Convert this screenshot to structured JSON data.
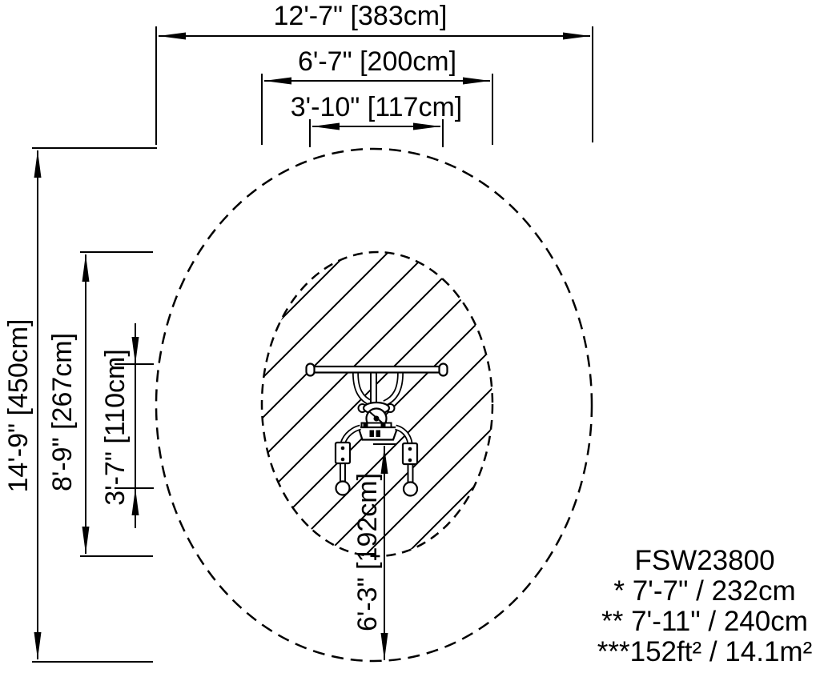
{
  "drawing": {
    "type_label": "plan-view-safety-zone-drawing",
    "ink_color": "#000000",
    "paper_color": "#ffffff"
  },
  "dims": {
    "overall_width": "12'-7\" [383cm]",
    "zone_width": "6'-7\" [200cm]",
    "equip_width": "3'-10\" [117cm]",
    "overall_depth": "14'-9\" [450cm]",
    "zone_depth": "8'-9\" [267cm]",
    "equip_depth": "3'-7\" [110cm]",
    "offset_to_edge": "6'-3\" [192cm]"
  },
  "legend": {
    "model": "FSW23800",
    "note1": "* 7'-7\" / 232cm",
    "note2": "** 7'-11\" / 240cm",
    "note3": "***152ft² / 14.1m²"
  }
}
